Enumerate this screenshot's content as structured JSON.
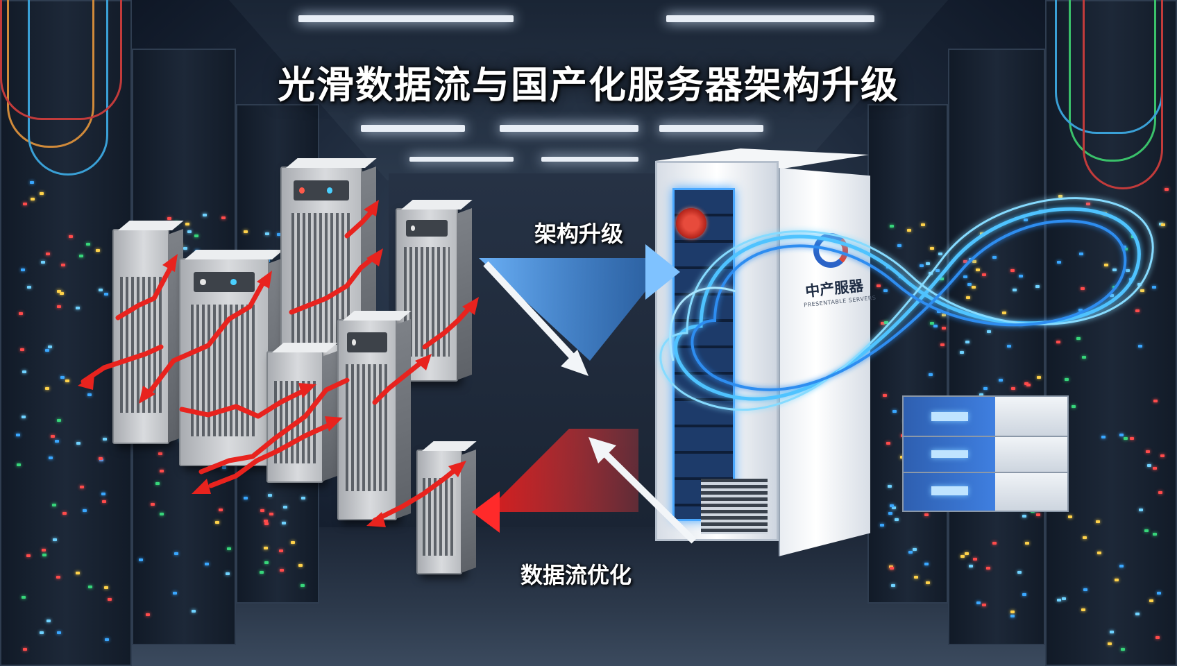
{
  "title": "光滑数据流与国产化服务器架构升级",
  "labels": {
    "upgrade": "架构升级",
    "optimize": "数据流优化"
  },
  "server_brand": {
    "name": "中产服器",
    "subtitle": "PRESENTABLE SERVERS"
  },
  "colors": {
    "chaotic_flow": "#e8231e",
    "smooth_flow": "#4fc3ff",
    "background": "#0b1524"
  },
  "icons": [
    "server-icon",
    "arrow-icon",
    "infinity-loop-icon",
    "emblem-icon"
  ]
}
